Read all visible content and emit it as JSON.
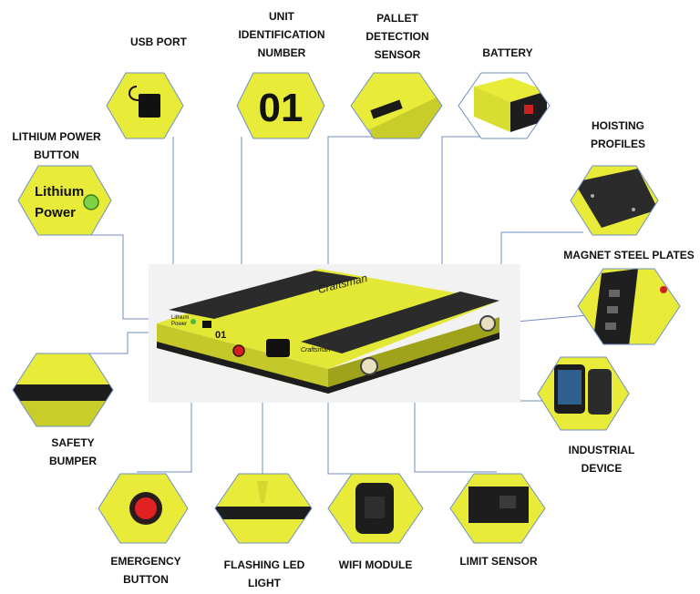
{
  "colors": {
    "yellow": "#e8ec38",
    "yellow_dark": "#b9bd1c",
    "connector": "#6f8fc7",
    "text": "#111111",
    "dark": "#1d1d1d"
  },
  "labels": {
    "usb_port": [
      "USB PORT"
    ],
    "unit_id": [
      "UNIT",
      "IDENTIFICATION",
      "NUMBER"
    ],
    "pallet_sensor": [
      "PALLET",
      "DETECTION",
      "SENSOR"
    ],
    "battery": [
      "BATTERY"
    ],
    "lithium_button": [
      "LITHIUM POWER",
      "BUTTON"
    ],
    "hoisting_profiles": [
      "HOISTING",
      "PROFILES"
    ],
    "magnet_plates": [
      "MAGNET STEEL PLATES"
    ],
    "safety_bumper": [
      "SAFETY",
      "BUMPER"
    ],
    "industrial_device": [
      "INDUSTRIAL",
      "DEVICE"
    ],
    "emergency_button": [
      "EMERGENCY",
      "BUTTON"
    ],
    "flashing_led": [
      "FLASHING LED",
      "LIGHT"
    ],
    "wifi_module": [
      "WIFI MODULE"
    ],
    "limit_sensor": [
      "LIMIT SENSOR"
    ]
  },
  "art_text": {
    "unit_number": "01",
    "lithium_line1": "Lithium",
    "lithium_line2": "Power",
    "brand": "Craftsman",
    "side_number": "01",
    "side_lithium": "Lithium",
    "side_power": "Power"
  }
}
